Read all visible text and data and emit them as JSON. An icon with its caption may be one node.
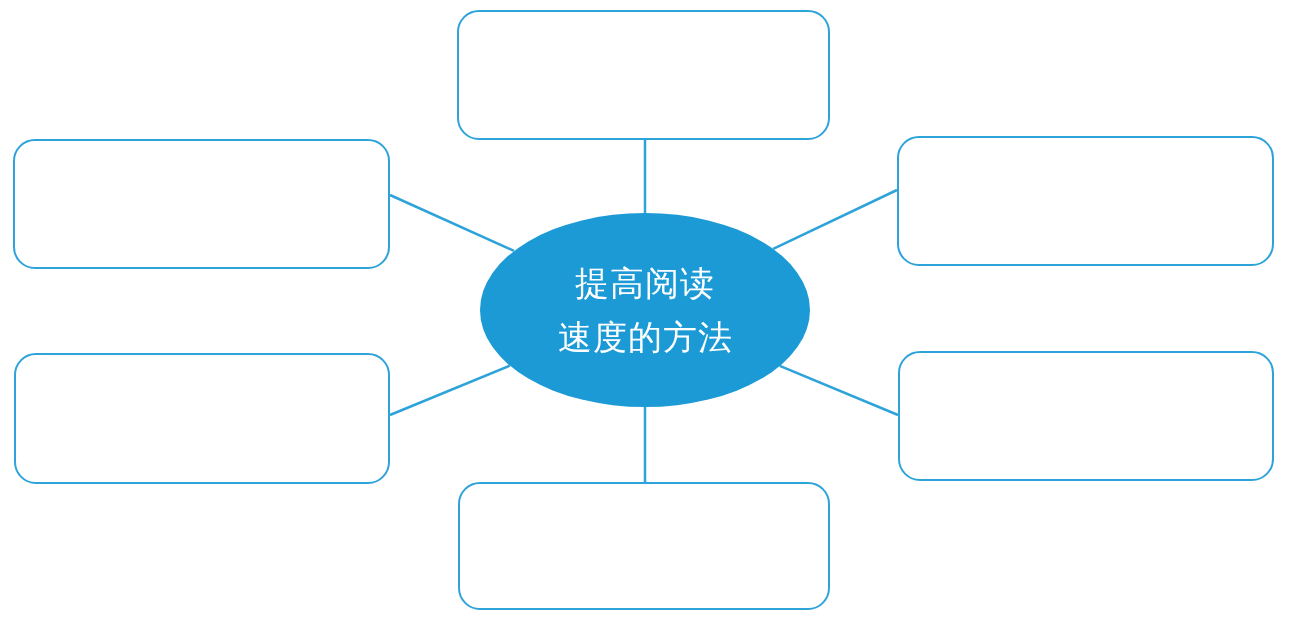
{
  "diagram": {
    "nodes": [
      {
        "text": [
          "提高阅读速度的方法"
        ]
      },
      {
        "text": [],
        "shape": "box"
      },
      {
        "text": [],
        "shape": "box"
      },
      {
        "text": [],
        "shape": "box"
      },
      {
        "text": [],
        "shape": "box"
      },
      {
        "text": [],
        "shape": "box"
      },
      {
        "text": [],
        "shape": "box"
      }
    ],
    "edges": [
      {
        "from": 0,
        "to": 1,
        "arrow": "none"
      },
      {
        "from": 0,
        "to": 2,
        "arrow": "none"
      },
      {
        "from": 0,
        "to": 3,
        "arrow": "none"
      },
      {
        "from": 0,
        "to": 4,
        "arrow": "none"
      },
      {
        "from": 0,
        "to": 5,
        "arrow": "none"
      },
      {
        "from": 0,
        "to": 6,
        "arrow": "none"
      }
    ]
  }
}
